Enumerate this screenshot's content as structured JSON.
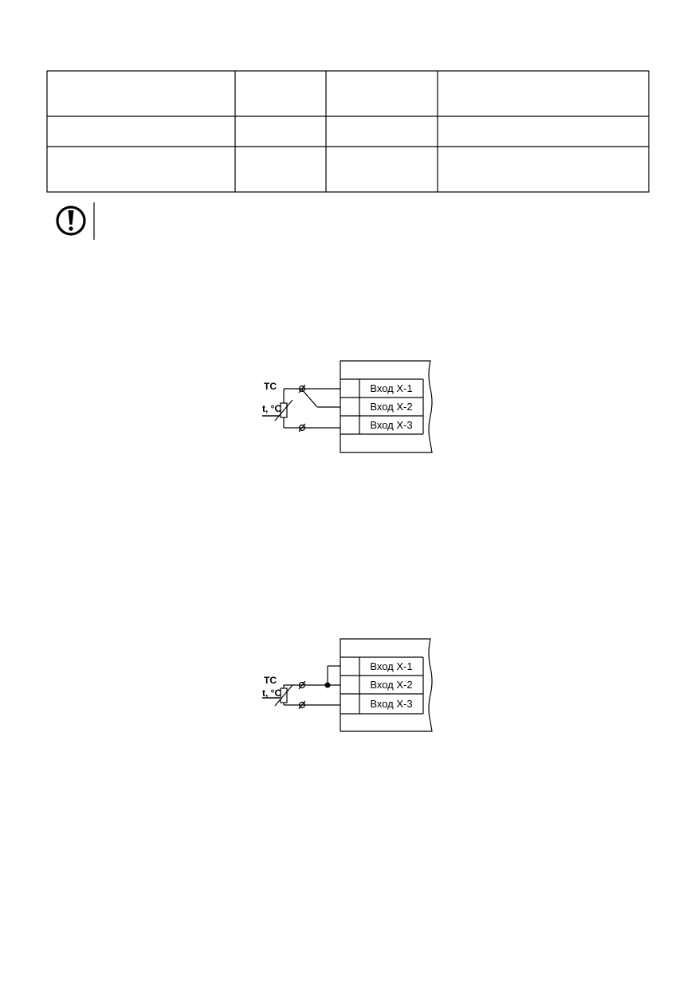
{
  "diagram_1": {
    "sensor_label": "ТС",
    "temp_label": "t, °C",
    "inputs": [
      "Вход Х-1",
      "Вход Х-2",
      "Вход Х-3"
    ]
  },
  "diagram_2": {
    "sensor_label": "ТС",
    "temp_label": "t, °C",
    "inputs": [
      "Вход Х-1",
      "Вход Х-2",
      "Вход Х-3"
    ]
  }
}
